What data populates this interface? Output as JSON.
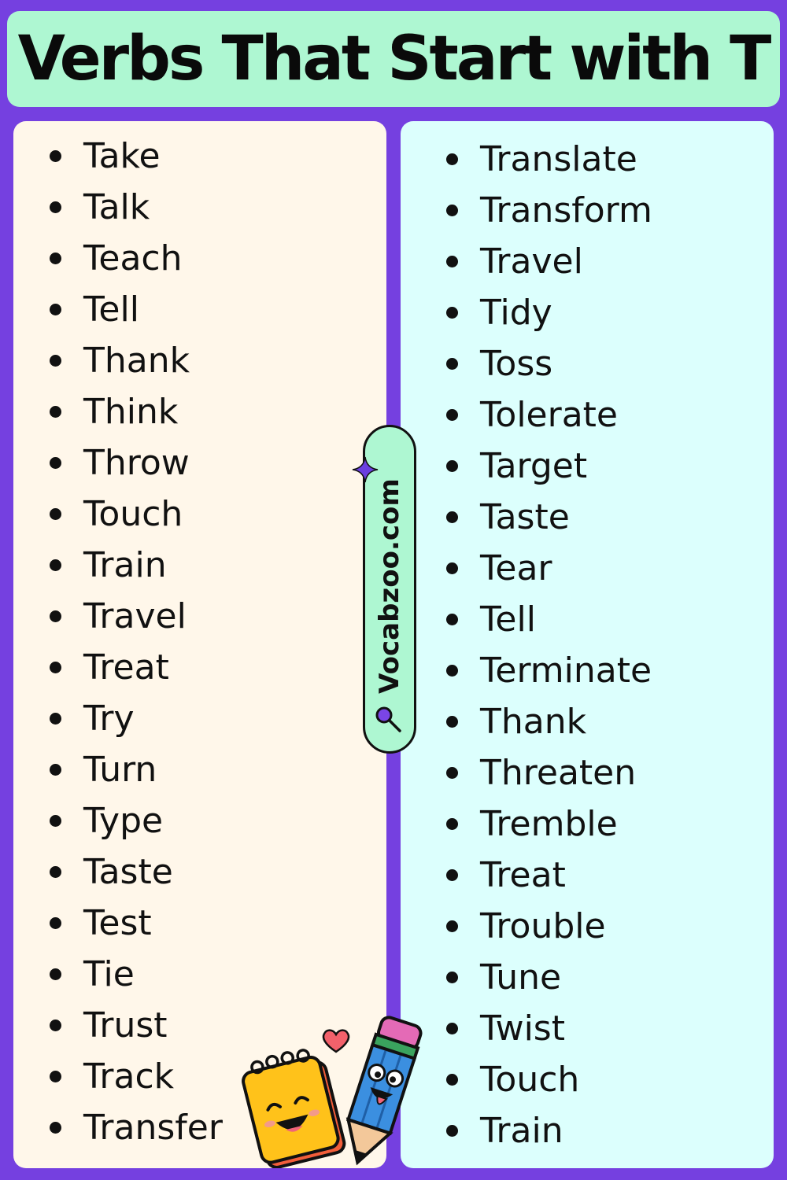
{
  "title": "Verbs That Start with T",
  "watermark": "Vocabzoo.com",
  "colors": {
    "background": "#7540e0",
    "title_bar": "#aef7d2",
    "left_panel": "#fff7ea",
    "right_panel": "#dcfffd"
  },
  "left_list": [
    "Take",
    "Talk",
    "Teach",
    "Tell",
    "Thank",
    "Think",
    "Throw",
    "Touch",
    "Train",
    "Travel",
    "Treat",
    "Try",
    "Turn",
    "Type",
    "Taste",
    "Test",
    "Tie",
    "Trust",
    "Track",
    "Transfer"
  ],
  "right_list": [
    "Translate",
    "Transform",
    "Travel",
    "Tidy",
    "Toss",
    "Tolerate",
    "Target",
    "Taste",
    "Tear",
    "Tell",
    "Terminate",
    "Thank",
    "Threaten",
    "Tremble",
    "Treat",
    "Trouble",
    "Tune",
    "Twist",
    "Touch",
    "Train"
  ],
  "icons": [
    "sparkle-icon",
    "search-icon",
    "notebook-mascot-icon",
    "pencil-mascot-icon",
    "heart-icon"
  ]
}
